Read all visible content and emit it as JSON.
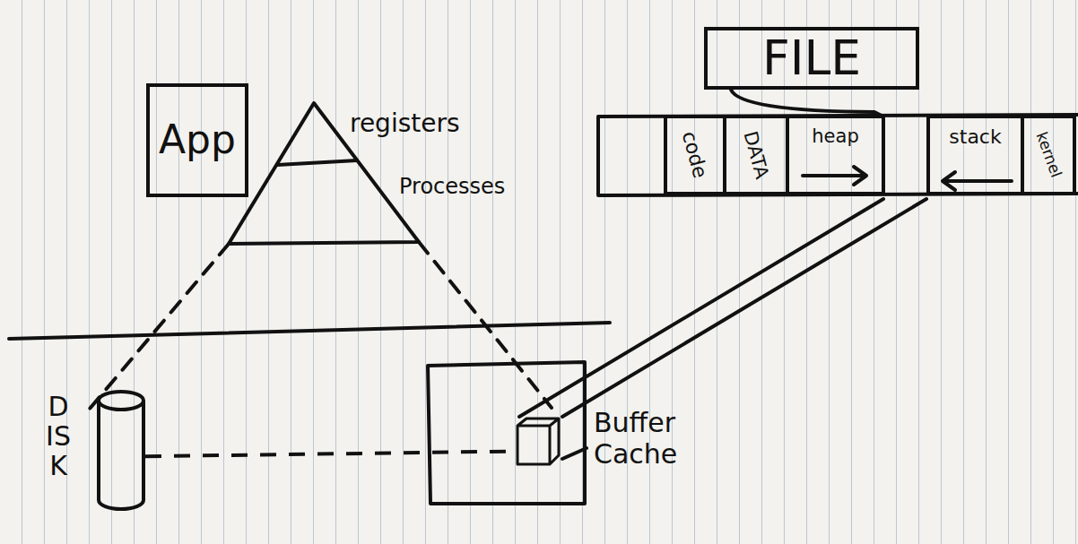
{
  "diagram": {
    "nodes": [
      {
        "text": [
          "App"
        ]
      },
      {
        "text": [
          "FILE"
        ]
      },
      {
        "text": [
          "code"
        ]
      },
      {
        "text": [
          "DATA"
        ]
      },
      {
        "text": [
          "heap"
        ]
      },
      {
        "text": [
          "stack"
        ]
      },
      {
        "text": [
          "kernel"
        ]
      },
      {
        "text": [
          "DISK"
        ]
      },
      {
        "text": [
          "Buffer Cache"
        ]
      }
    ],
    "edges": [
      {
        "from": 7,
        "to": 8,
        "arrow": "none"
      }
    ],
    "labels": [
      "registers",
      "Processes"
    ]
  }
}
